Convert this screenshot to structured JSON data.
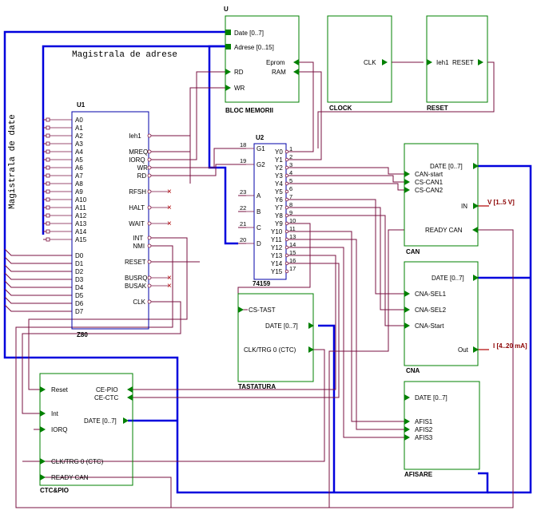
{
  "blocks": {
    "memorie": {
      "title": "BLOC MEMORII",
      "top_label": "U",
      "pins_left": [
        "Date [0..7]",
        "Adrese [0..15]",
        "RD",
        "WR"
      ],
      "pins_right": [
        "Eprom",
        "RAM"
      ]
    },
    "clock": {
      "title": "CLOCK",
      "pin": "CLK"
    },
    "reset": {
      "title": "RESET",
      "pins": [
        "Ieh1",
        "RESET"
      ]
    },
    "z80": {
      "title": "Z80",
      "ref": "U1",
      "address_pins": [
        "A0",
        "A1",
        "A2",
        "A3",
        "A4",
        "A5",
        "A6",
        "A7",
        "A8",
        "A9",
        "A10",
        "A11",
        "A12",
        "A13",
        "A14",
        "A15"
      ],
      "data_pins": [
        "D0",
        "D1",
        "D2",
        "D3",
        "D4",
        "D5",
        "D6",
        "D7"
      ],
      "right_pins": [
        "Ieh1",
        "MREQ",
        "IORQ",
        "WR",
        "RD",
        "RFSH",
        "HALT",
        "WAIT",
        "INT",
        "NMI",
        "RESET",
        "BUSRQ",
        "BUSAK",
        "CLK"
      ]
    },
    "decoder": {
      "title": "74159",
      "ref": "U2",
      "inputs": [
        "G1",
        "G2",
        "A",
        "B",
        "C",
        "D"
      ],
      "input_nums": [
        "18",
        "19",
        "23",
        "22",
        "21",
        "20"
      ],
      "outputs": [
        "Y0",
        "Y1",
        "Y2",
        "Y3",
        "Y4",
        "Y5",
        "Y6",
        "Y7",
        "Y8",
        "Y9",
        "Y10",
        "Y11",
        "Y12",
        "Y13",
        "Y14",
        "Y15"
      ],
      "output_nums": [
        "1",
        "2",
        "3",
        "4",
        "5",
        "6",
        "7",
        "8",
        "9",
        "10",
        "11",
        "13",
        "14",
        "15",
        "16",
        "17"
      ]
    },
    "can": {
      "title": "CAN",
      "pins_left": [
        "CAN-start",
        "CS-CAN1",
        "CS-CAN2",
        "READY CAN"
      ],
      "pins_right": [
        "DATE [0..7]",
        "IN"
      ],
      "input_label": "V [1..5 V]"
    },
    "cna": {
      "title": "CNA",
      "pins_left": [
        "CNA-SEL1",
        "CNA-SEL2",
        "CNA-Start"
      ],
      "pins_right": [
        "DATE [0..7]",
        "Out"
      ],
      "output_label": "I [4..20 mA]"
    },
    "tastatura": {
      "title": "TASTATURA",
      "pins": [
        "CS-TAST",
        "DATE [0..7]",
        "CLK/TRG 0 (CTC)"
      ]
    },
    "afisare": {
      "title": "AFISARE",
      "pins": [
        "DATE [0..7]",
        "AFIS1",
        "AFIS2",
        "AFIS3"
      ]
    },
    "ctcpio": {
      "title": "CTC&PIO",
      "pins_left": [
        "Reset",
        "Int",
        "IORQ",
        "CLK/TRG 0 (CTC)",
        "READY CAN"
      ],
      "pins_right": [
        "CE-PIO",
        "CE-CTC",
        "DATE [0..7]"
      ]
    }
  },
  "bus_labels": {
    "address": "Magistrala de adrese",
    "data": "Magistrala de date"
  },
  "colors": {
    "bus": "#0000dd",
    "wire": "#7a1040",
    "block": "#008000",
    "pin": "#008000"
  }
}
